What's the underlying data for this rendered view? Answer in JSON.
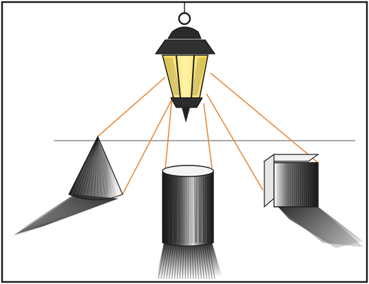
{
  "scene": {
    "objects": [
      "lantern",
      "cone",
      "cylinder",
      "cube"
    ],
    "colors": {
      "frame": "#1a1a1a",
      "horizon": "#8a8a8a",
      "light_ray": "#e8893a",
      "lantern_glow": "#f6d64a",
      "lantern_glow_light": "#fff3a8",
      "ink": "#1c1c1c",
      "shadow": "#262626"
    }
  }
}
